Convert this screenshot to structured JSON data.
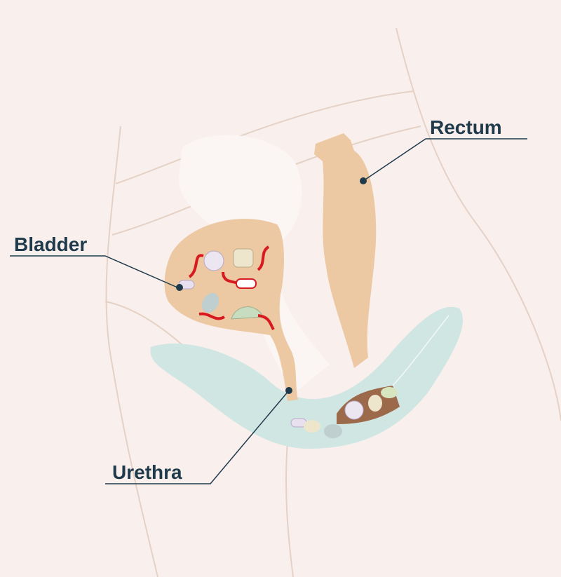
{
  "labels": {
    "rectum": "Rectum",
    "bladder": "Bladder",
    "urethra": "Urethra"
  },
  "colors": {
    "background": "#f9efed",
    "organ": "#ecc9a2",
    "vagina": "#cfe6e3",
    "label": "#1f3a4b",
    "bacteria_red": "#d71920"
  }
}
